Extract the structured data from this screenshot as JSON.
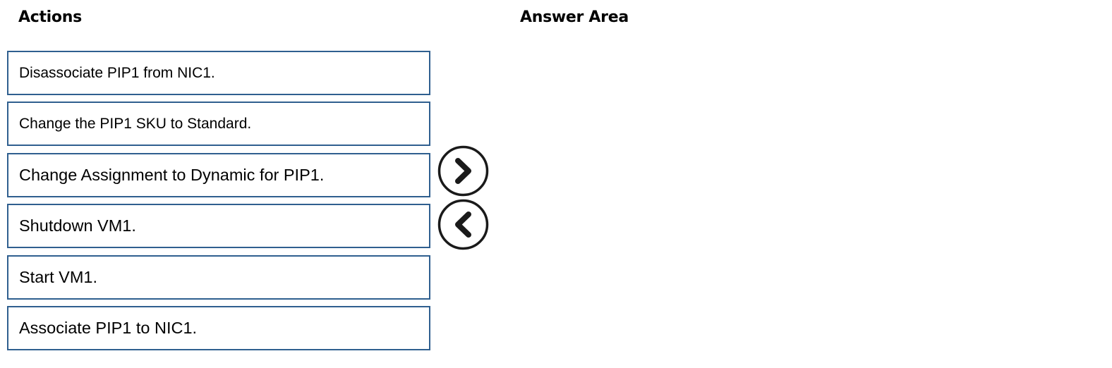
{
  "headings": {
    "actions": "Actions",
    "answer_area": "Answer Area"
  },
  "actions": [
    {
      "label": "Disassociate PIP1 from NIC1."
    },
    {
      "label": "Change the PIP1 SKU to Standard."
    },
    {
      "label": "Change Assignment to Dynamic for PIP1."
    },
    {
      "label": "Shutdown VM1."
    },
    {
      "label": "Start VM1."
    },
    {
      "label": "Associate PIP1 to NIC1."
    }
  ],
  "controls": {
    "move_right_icon": "chevron-right-circle-icon",
    "move_left_icon": "chevron-left-circle-icon"
  },
  "colors": {
    "item_border": "#2f5f8f",
    "icon_stroke": "#1a1a1a"
  }
}
